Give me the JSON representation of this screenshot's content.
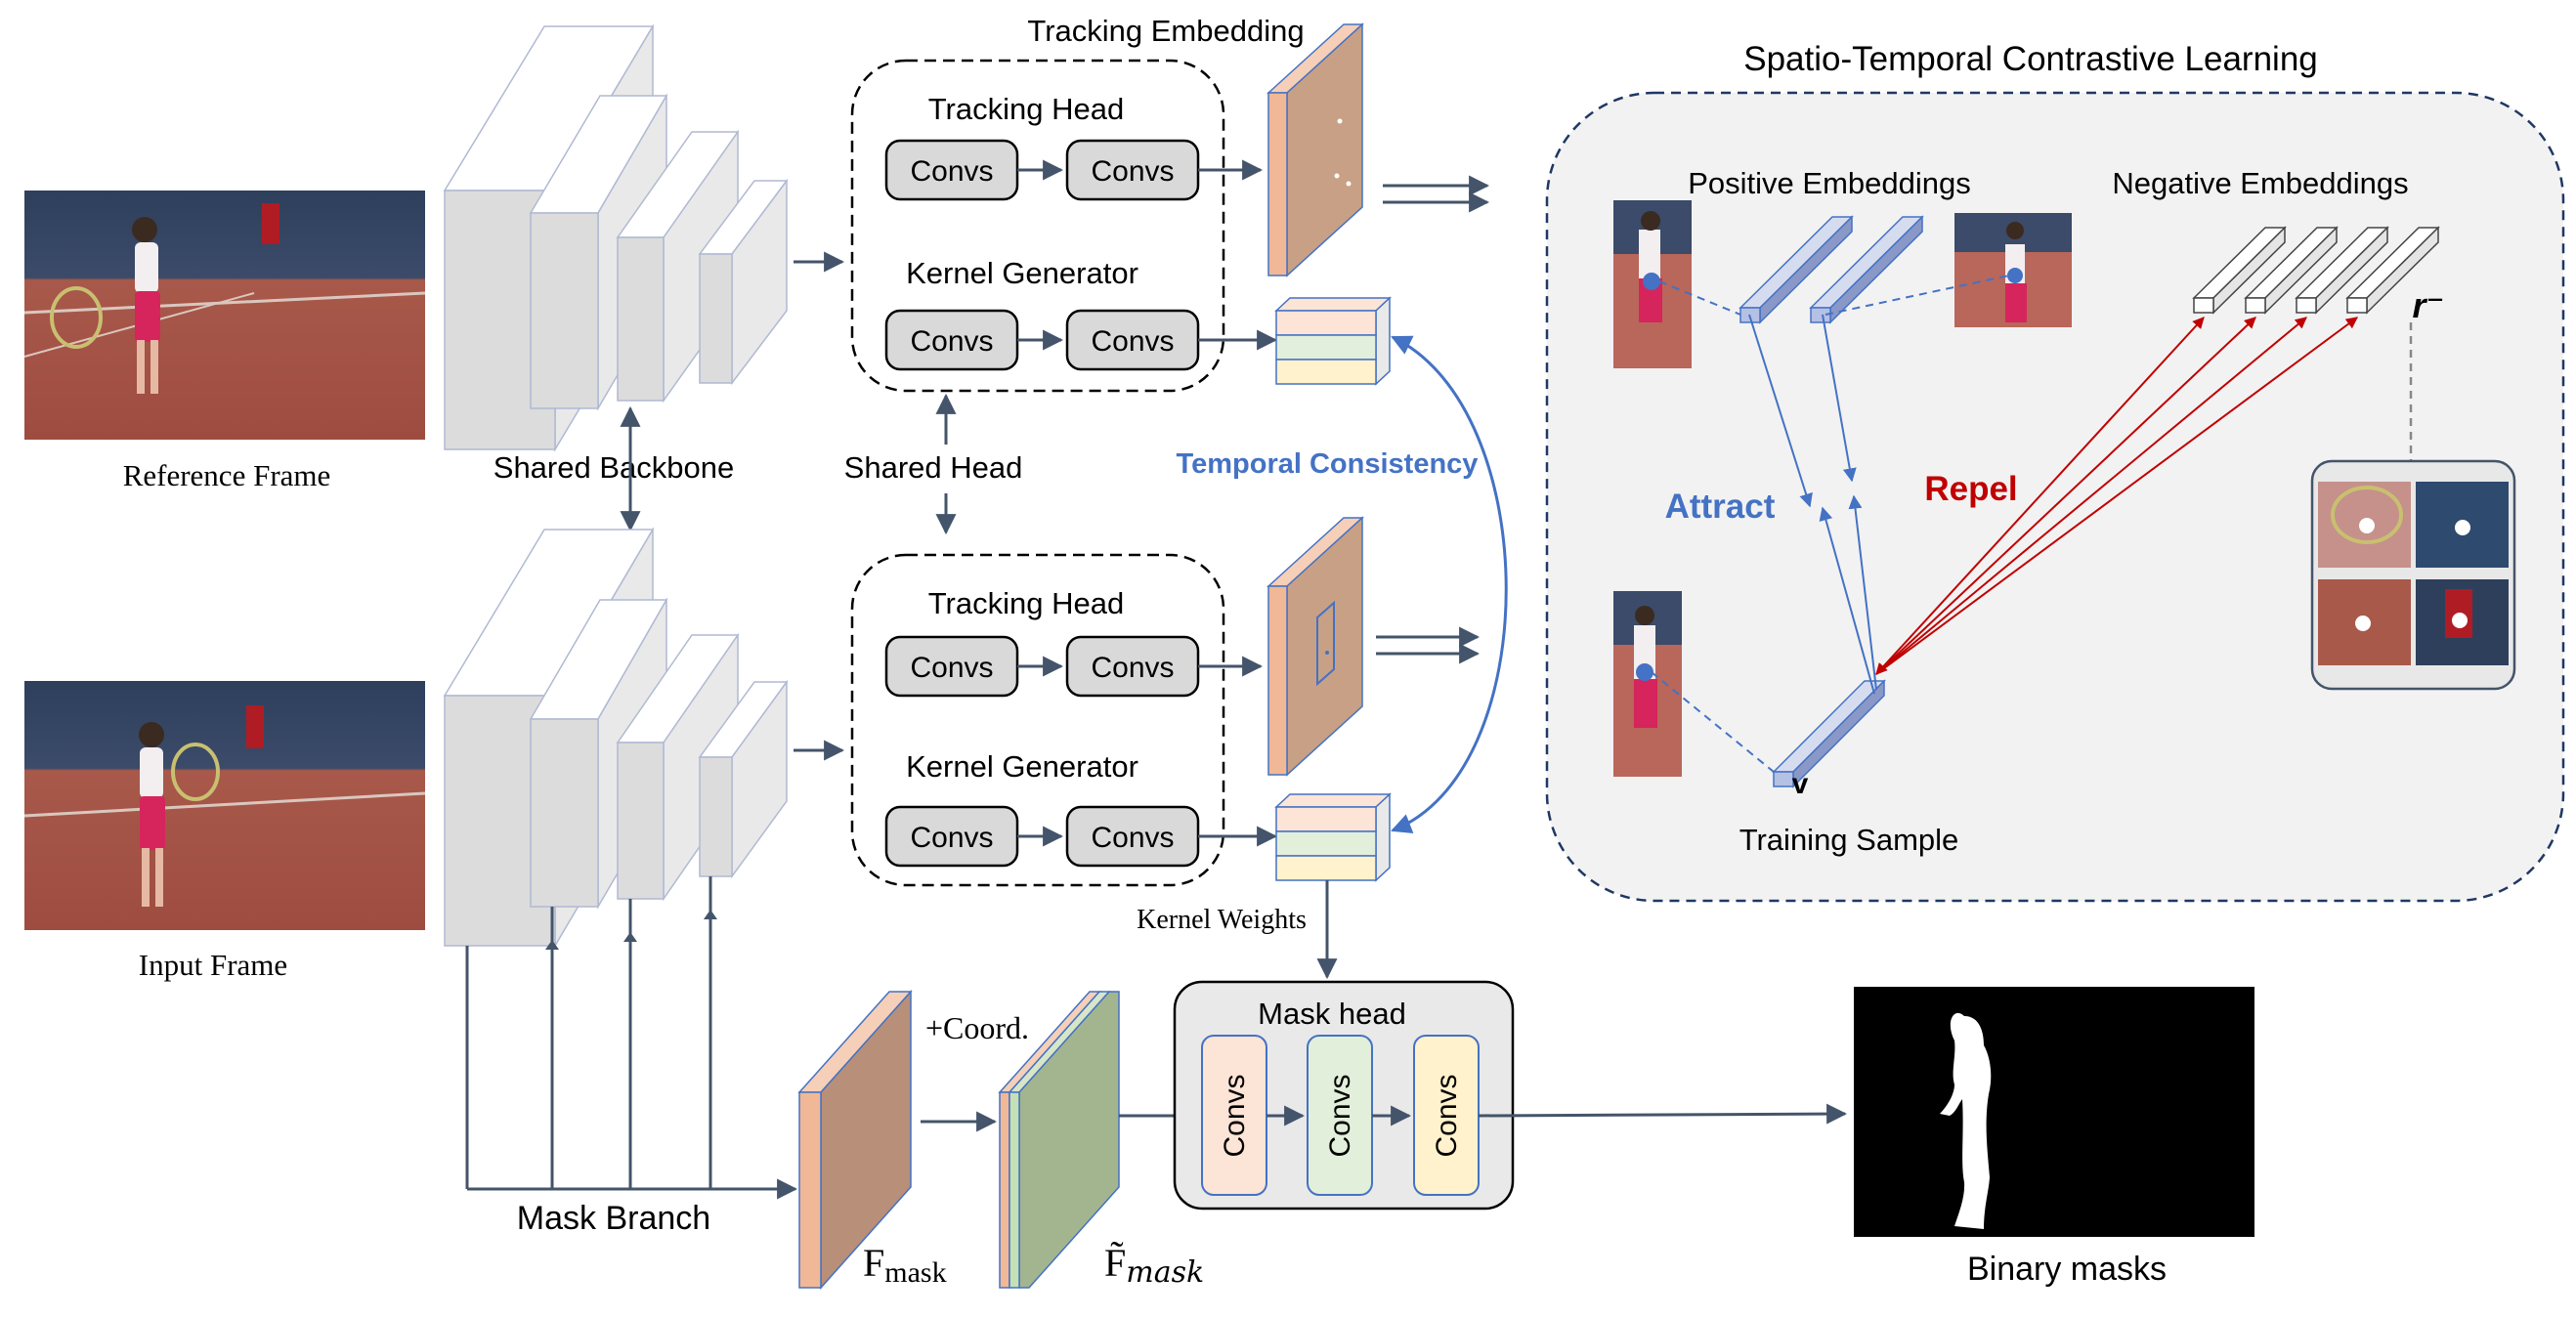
{
  "frames": {
    "reference_label": "Reference Frame",
    "input_label": "Input Frame"
  },
  "backbone": {
    "shared_backbone_label": "Shared Backbone",
    "mask_branch_label": "Mask Branch"
  },
  "heads": {
    "shared_head_label": "Shared Head",
    "tracking_head_label": "Tracking Head",
    "kernel_generator_label": "Kernel Generator",
    "convs_label": "Convs",
    "tracking_embedding_label": "Tracking Embedding",
    "kernel_weights_label": "Kernel Weights",
    "temporal_consistency_label": "Temporal Consistency"
  },
  "mask": {
    "coord_label": "+Coord.",
    "f_mask_label": "F",
    "f_mask_sub": "mask",
    "f_tilde_label": "F̃",
    "f_tilde_sub": "mask",
    "mask_head_label": "Mask head",
    "binary_masks_label": "Binary masks"
  },
  "contrastive": {
    "title": "Spatio-Temporal Contrastive Learning",
    "positive_label": "Positive Embeddings",
    "negative_label": "Negative Embeddings",
    "attract_label": "Attract",
    "repel_label": "Repel",
    "training_sample_label": "Training Sample",
    "v_label": "v",
    "r_label": "r⁻"
  },
  "colors": {
    "arrow": "#44546a",
    "blue": "#4472c4",
    "red": "#c00000",
    "backbone_fill": "#d9d9d9",
    "embedding_fill": "#d8a88a",
    "orange_kernel": "#fce4d6",
    "green_kernel": "#e2efda",
    "yellow_kernel": "#fff2cc",
    "embed_vec": "#b4c0e4",
    "dashed_border": "#1f3864",
    "fmask_fill": "#b88f78",
    "ftilde_fill": "#a3b58f"
  }
}
